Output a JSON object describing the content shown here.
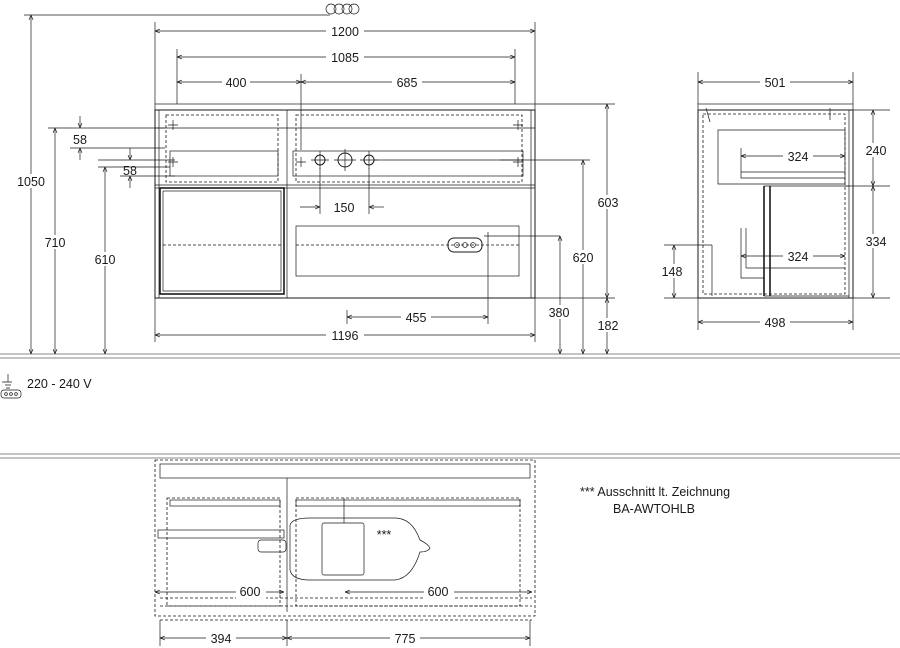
{
  "front_view": {
    "width_total": "1200",
    "width_inner": "1085",
    "width_left": "400",
    "width_right": "685",
    "height_total": "1050",
    "height_710": "710",
    "height_610": "610",
    "height_603": "603",
    "height_620": "620",
    "height_380": "380",
    "height_182": "182",
    "offset_58_top": "58",
    "offset_58_bottom": "58",
    "tap_spacing": "150",
    "drain_offset": "455",
    "width_bottom": "1196"
  },
  "side_view": {
    "depth_top": "501",
    "depth_bottom": "498",
    "drawer_depth_top": "324",
    "drawer_depth_bottom": "324",
    "height_240": "240",
    "height_334": "334",
    "height_148": "148"
  },
  "electrical": {
    "voltage_label": "220 - 240 V"
  },
  "plan_view": {
    "drawer_left": "600",
    "drawer_right": "600",
    "width_left": "394",
    "width_right": "775",
    "cutout_marker": "***",
    "note_line1": "*** Ausschnitt lt. Zeichnung",
    "note_line2": "BA-AWTOHLB"
  },
  "icons": [
    "view-symbol-icon",
    "socket-icon"
  ],
  "colors": {
    "line": "#1a1a1a",
    "floor": "#8a8a8a"
  }
}
